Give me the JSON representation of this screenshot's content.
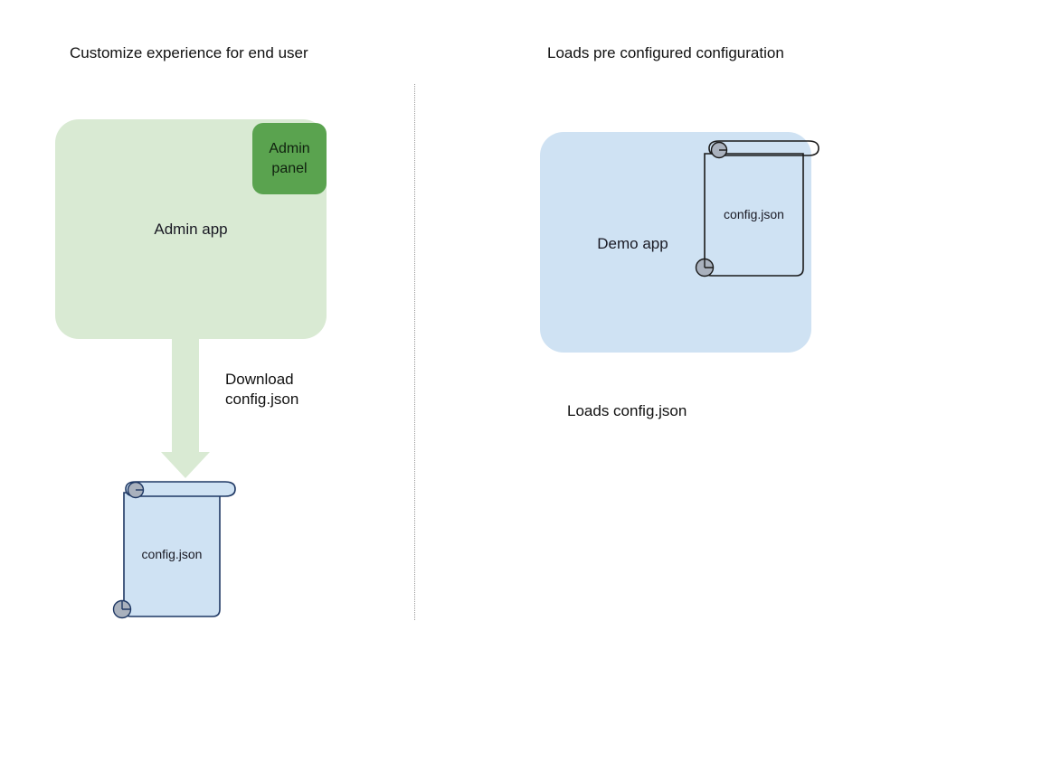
{
  "diagram": {
    "background_color": "#ffffff",
    "left_panel": {
      "title": "Customize experience for end user",
      "app_box": {
        "label": "Admin app",
        "fill": "#d9ead3"
      },
      "admin_panel": {
        "label_line1": "Admin",
        "label_line2": "panel",
        "fill": "#5aa34f"
      },
      "arrow": {
        "label_line1": "Download",
        "label_line2": "config.json",
        "fill": "#d9ead3",
        "direction": "down"
      },
      "document": {
        "label": "config.json",
        "fill": "#cfe2f3",
        "stroke": "#1f3864",
        "curl_fill": "#a0a8b4"
      }
    },
    "right_panel": {
      "title": "Loads pre configured configuration",
      "app_box": {
        "label": "Demo app",
        "fill": "#cfe2f3"
      },
      "document": {
        "label": "config.json",
        "fill": "transparent",
        "stroke": "#1a1a1a",
        "curl_fill": "#a0a8b4"
      },
      "caption": "Loads config.json"
    },
    "divider": {
      "style": "dotted",
      "color": "#9a9a9a"
    }
  }
}
